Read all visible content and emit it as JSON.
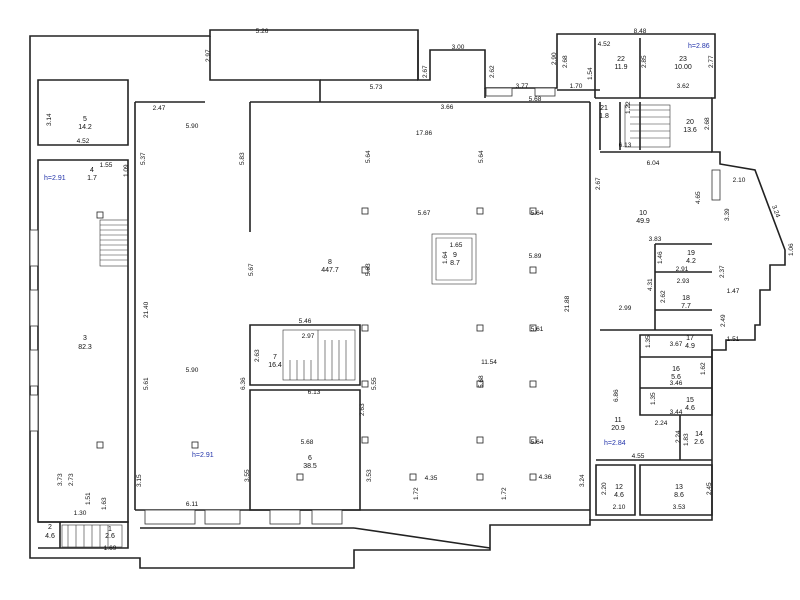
{
  "rooms": [
    {
      "num": "1",
      "area": "2.6"
    },
    {
      "num": "2",
      "area": "4.6"
    },
    {
      "num": "3",
      "area": "82.3"
    },
    {
      "num": "4",
      "area": "1.7"
    },
    {
      "num": "5",
      "area": "14.2"
    },
    {
      "num": "6",
      "area": "38.5"
    },
    {
      "num": "7",
      "area": "16.4"
    },
    {
      "num": "8",
      "area": "447.7"
    },
    {
      "num": "9",
      "area": "8.7"
    },
    {
      "num": "10",
      "area": "49.9"
    },
    {
      "num": "11",
      "area": "20.9"
    },
    {
      "num": "12",
      "area": "4.6"
    },
    {
      "num": "13",
      "area": "8.6"
    },
    {
      "num": "14",
      "area": "2.6"
    },
    {
      "num": "15",
      "area": "4.6"
    },
    {
      "num": "16",
      "area": "5.6"
    },
    {
      "num": "17",
      "area": "4.9"
    },
    {
      "num": "18",
      "area": "7.7"
    },
    {
      "num": "19",
      "area": "4.2"
    },
    {
      "num": "20",
      "area": "13.6"
    },
    {
      "num": "21",
      "area": "1.8"
    },
    {
      "num": "22",
      "area": "11.9"
    },
    {
      "num": "23",
      "area": "10.00"
    }
  ],
  "heights": [
    "h=2.86",
    "h=2.91",
    "h=2.91",
    "h=2.84"
  ],
  "dimensions": [
    "5.26",
    "2.97",
    "3.00",
    "2.67",
    "2.62",
    "5.73",
    "3.77",
    "5.68",
    "2.90",
    "2.68",
    "4.52",
    "1.70",
    "1.54",
    "8.48",
    "3.62",
    "2.85",
    "2.77",
    "3.14",
    "4.52",
    "2.47",
    "5.90",
    "5.37",
    "5.83",
    "3.66",
    "17.86",
    "5.64",
    "5.64",
    "1.22",
    "6.13",
    "2.68",
    "1.55",
    "1.09",
    "6.04",
    "2.67",
    "4.65",
    "2.10",
    "3.24",
    "3.39",
    "1.06",
    "5.67",
    "5.67",
    "5.64",
    "5.63",
    "5.89",
    "1.65",
    "1.64",
    "3.83",
    "1.46",
    "2.91",
    "2.93",
    "2.37",
    "4.31",
    "2.62",
    "1.47",
    "21.40",
    "21.88",
    "2.99",
    "2.49",
    "5.46",
    "5.61",
    "1.51",
    "2.97",
    "2.63",
    "6.36",
    "5.90",
    "6.13",
    "11.54",
    "3.67",
    "1.35",
    "5.55",
    "5.68",
    "1.62",
    "3.46",
    "6.86",
    "1.35",
    "3.44",
    "2.63",
    "5.61",
    "5.68",
    "2.24",
    "5.64",
    "2.24",
    "1.83",
    "4.55",
    "3.73",
    "2.73",
    "3.55",
    "3.53",
    "4.35",
    "4.36",
    "1.72",
    "1.72",
    "3.24",
    "2.20",
    "2.45",
    "3.15",
    "1.51",
    "1.63",
    "1.30",
    "6.11",
    "2.10",
    "3.53",
    "1.69"
  ]
}
